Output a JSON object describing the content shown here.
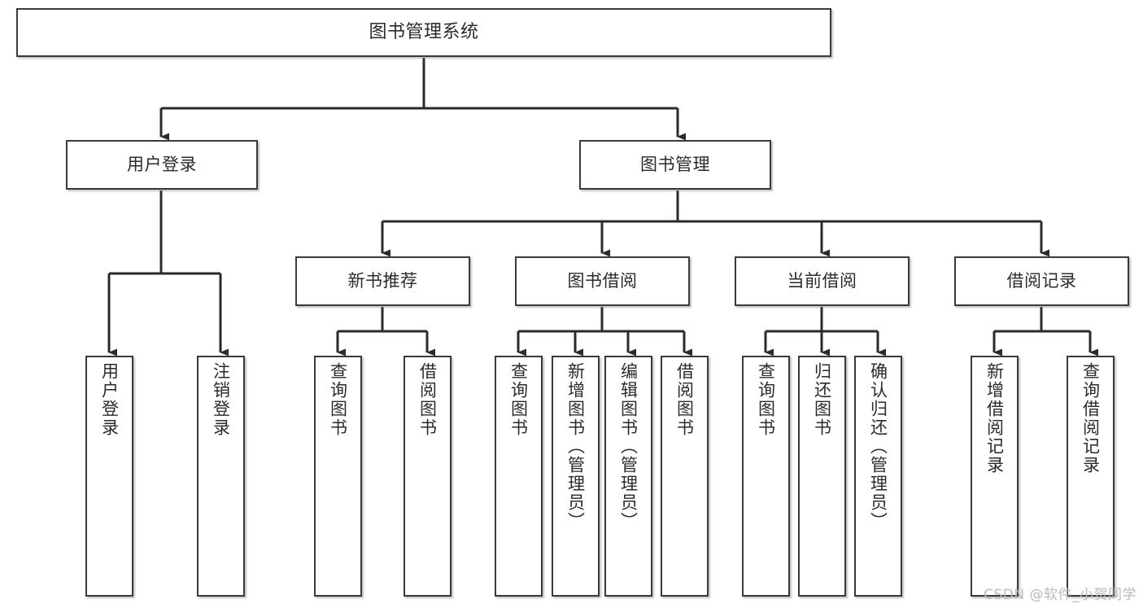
{
  "diagram": {
    "title": "图书管理系统",
    "type": "tree",
    "root": {
      "label": "图书管理系统"
    },
    "level2": [
      {
        "label": "用户登录"
      },
      {
        "label": "图书管理"
      }
    ],
    "level3": [
      {
        "label": "新书推荐"
      },
      {
        "label": "图书借阅"
      },
      {
        "label": "当前借阅"
      },
      {
        "label": "借阅记录"
      }
    ],
    "leaves": {
      "user_login": [
        {
          "label": "用户登录"
        },
        {
          "label": "注销登录"
        }
      ],
      "new_book_recommend": [
        {
          "label": "查询图书"
        },
        {
          "label": "借阅图书"
        }
      ],
      "book_borrow": [
        {
          "label": "查询图书"
        },
        {
          "label": "新增图书（管理员）"
        },
        {
          "label": "编辑图书（管理员）"
        },
        {
          "label": "借阅图书"
        }
      ],
      "current_borrow": [
        {
          "label": "查询图书"
        },
        {
          "label": "归还图书"
        },
        {
          "label": "确认归还（管理员）"
        }
      ],
      "borrow_record": [
        {
          "label": "新增借阅记录"
        },
        {
          "label": "查询借阅记录"
        }
      ]
    }
  },
  "watermark": {
    "text": "CSDN @软件_小贺同学"
  },
  "colors": {
    "box_border": "#3a3a3a",
    "box_fill": "#ffffff",
    "text": "#2b2b2b",
    "edge": "#2b2b2b",
    "watermark": "#b9b9b9"
  }
}
